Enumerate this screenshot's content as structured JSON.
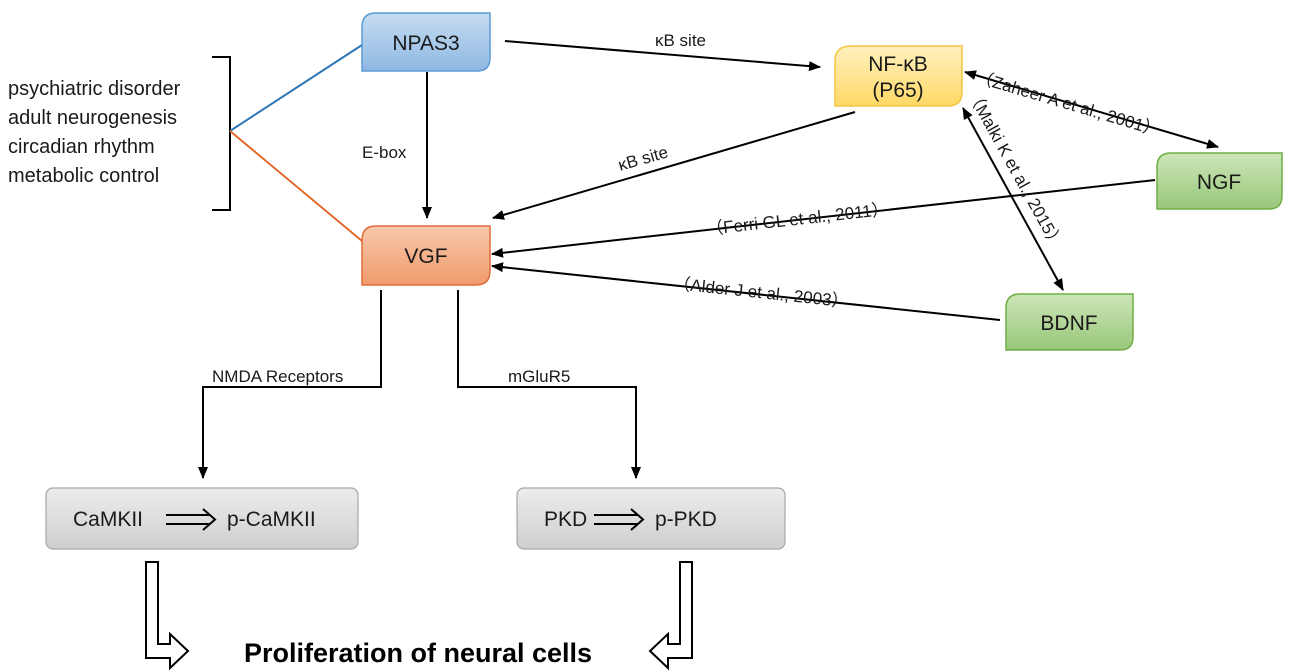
{
  "nodes": {
    "npas3": "NPAS3",
    "nfkb_line1": "NF-κB",
    "nfkb_line2": "(P65)",
    "vgf": "VGF",
    "ngf": "NGF",
    "bdnf": "BDNF",
    "camkii": "CaMKII",
    "p_camkii": "p-CaMKII",
    "pkd": "PKD",
    "p_pkd": "p-PKD"
  },
  "functions": [
    "psychiatric disorder",
    "adult neurogenesis",
    "circadian rhythm",
    "metabolic control"
  ],
  "edge_labels": {
    "kb_site_top": "κB site",
    "kb_site_mid": "κB site",
    "e_box": "E-box",
    "nmda": "NMDA Receptors",
    "mglur5": "mGluR5"
  },
  "citations": {
    "zaheer": "（Zaheer A et al., 2001）",
    "malki": "（Malki K et al., 2015）",
    "ferri": "（Ferri GL et al., 2011）",
    "alder": "（Alder J et al., 2003）"
  },
  "outcome": "Proliferation of neural cells",
  "colors": {
    "npas3_fill": "#9dc3e6",
    "npas3_stroke": "#5b9bd5",
    "nfkb_fill": "#ffe699",
    "nfkb_stroke": "#f4c542",
    "vgf_fill": "#f4b183",
    "vgf_stroke": "#e06c3c",
    "green_fill": "#a9d18e",
    "green_stroke": "#70ad47",
    "grey_fill": "#d9d9d9",
    "grey_stroke": "#a6a6a6",
    "blue_line": "#2e75b6",
    "orange_line": "#e2692a"
  }
}
